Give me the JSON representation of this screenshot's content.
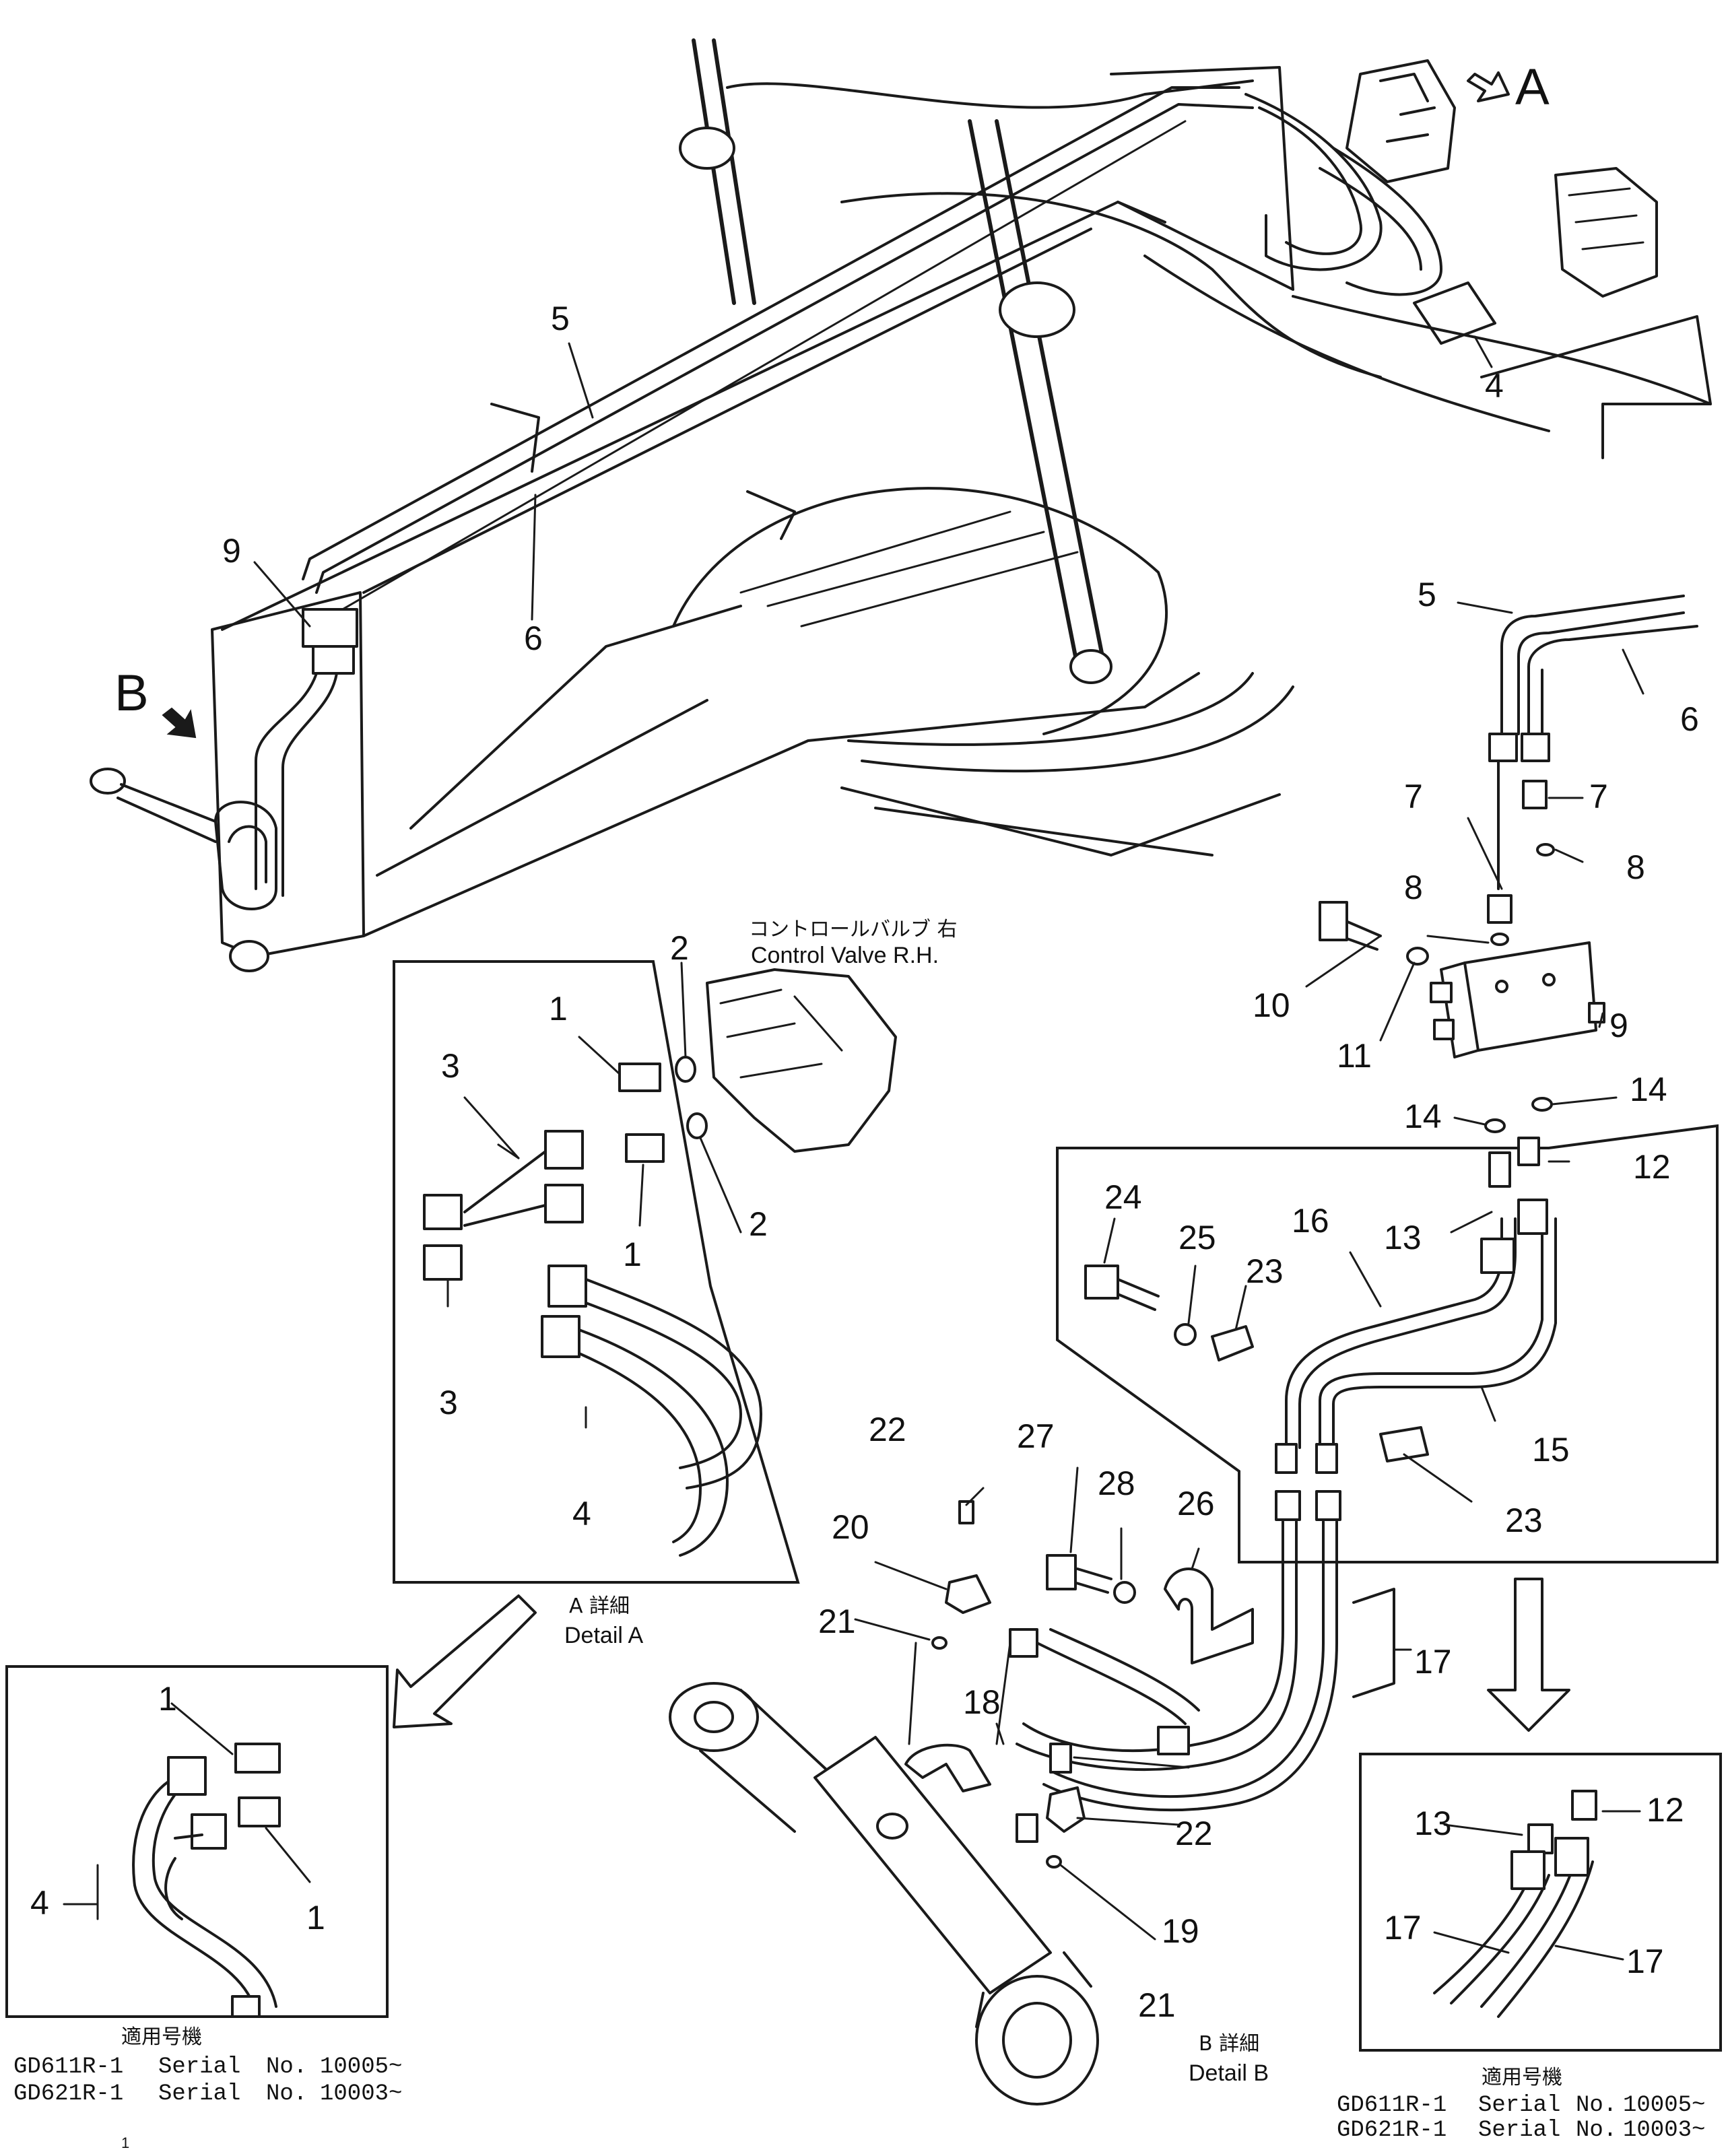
{
  "view_letters": {
    "a": "A",
    "b": "B"
  },
  "control_valve": {
    "jp": "コントロールバルブ 右",
    "en": "Control Valve R.H."
  },
  "detail_a": {
    "jp": "A 詳細",
    "en": "Detail A"
  },
  "detail_b": {
    "jp": "B 詳細",
    "en": "Detail B"
  },
  "serial_left": {
    "jp": "適用号機",
    "rows": [
      {
        "model": "GD611R-1",
        "label": "Serial",
        "no": "No.",
        "value": "10005~"
      },
      {
        "model": "GD621R-1",
        "label": "Serial",
        "no": "No.",
        "value": "10003~"
      }
    ],
    "stray": "1"
  },
  "serial_right": {
    "jp": "適用号機",
    "rows": [
      {
        "model": "GD611R-1",
        "label": "Serial",
        "no": "No.",
        "value": "10005~"
      },
      {
        "model": "GD621R-1",
        "label": "Serial",
        "no": "No.",
        "value": "10003~"
      }
    ]
  },
  "callouts": {
    "main_5": "5",
    "main_6": "6",
    "main_4": "4",
    "main_9": "9",
    "r_5": "5",
    "r_6": "6",
    "r_7a": "7",
    "r_7b": "7",
    "r_8a": "8",
    "r_8b": "8",
    "r_9": "9",
    "r_10": "10",
    "r_11": "11",
    "r_14a": "14",
    "r_14b": "14",
    "da_1a": "1",
    "da_1b": "1",
    "da_2a": "2",
    "da_2b": "2",
    "da_3a": "3",
    "da_3b": "3",
    "da_4": "4",
    "ins_1a": "1",
    "ins_1b": "1",
    "ins_4": "4",
    "db_12": "12",
    "db_13": "13",
    "db_15": "15",
    "db_16": "16",
    "db_23a": "23",
    "db_23b": "23",
    "db_24": "24",
    "db_25": "25",
    "db_17": "17",
    "db_18": "18",
    "db_19": "19",
    "db_20": "20",
    "db_21a": "21",
    "db_21b": "21",
    "db_22a": "22",
    "db_22b": "22",
    "db_26": "26",
    "db_27": "27",
    "db_28": "28",
    "rins_12": "12",
    "rins_13": "13",
    "rins_17a": "17",
    "rins_17b": "17"
  }
}
